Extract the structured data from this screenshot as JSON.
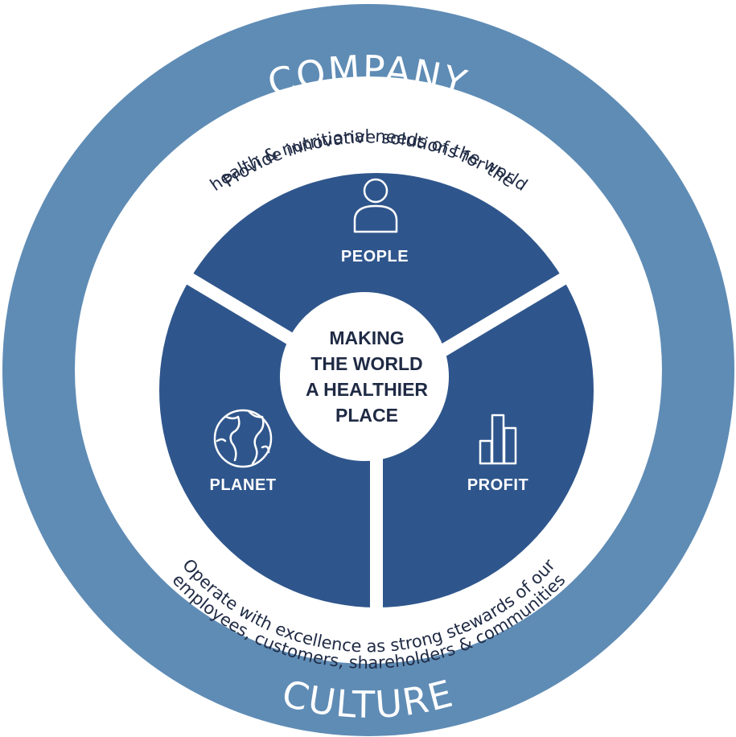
{
  "outer_ring": {
    "top_word": "COMPANY",
    "bottom_word": "CULTURE",
    "color": "#5f8cb5"
  },
  "mission_text": {
    "top_line_1": "Provide innovative solutions for the",
    "top_line_2": "health & nutritional needs of the world",
    "bottom_line_1": "Operate with excellence as strong stewards of our",
    "bottom_line_2": "employees, customers, shareholders & communities"
  },
  "segments": {
    "color": "#2f568c",
    "people": {
      "label": "PEOPLE",
      "icon": "person-icon"
    },
    "planet": {
      "label": "PLANET",
      "icon": "globe-icon"
    },
    "profit": {
      "label": "PROFIT",
      "icon": "bar-chart-icon"
    }
  },
  "center": {
    "line_1": "MAKING",
    "line_2": "THE WORLD",
    "line_3": "A HEALTHIER",
    "line_4": "PLACE"
  }
}
